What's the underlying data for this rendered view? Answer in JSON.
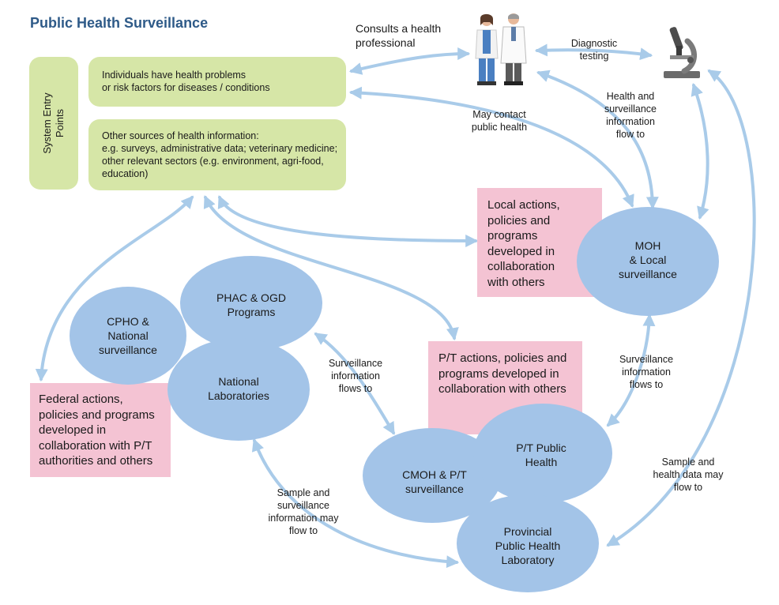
{
  "title": "Public Health Surveillance",
  "entry_points_label": "System Entry\nPoints",
  "boxes": {
    "individuals": "Individuals have health problems\nor risk factors for diseases / conditions",
    "other_sources_heading": "Other sources of health information:",
    "other_sources_body": "e.g. surveys, administrative data; veterinary medicine;\nother relevant sectors (e.g. environment, agri-food,\neducation)",
    "local_actions": "Local actions,\npolicies and\nprograms\ndeveloped in\ncollaboration\nwith others",
    "pt_actions": "P/T actions, policies and\nprograms developed in\ncollaboration with others",
    "federal_actions": "Federal actions,\npolicies and programs\ndeveloped in\ncollaboration with P/T\nauthorities and others"
  },
  "nodes": {
    "moh": "MOH\n& Local\nsurveillance",
    "cpho": "CPHO &\nNational\nsurveillance",
    "phac": "PHAC & OGD\nPrograms",
    "national_labs": "National\nLaboratories",
    "cmoh": "CMOH & P/T\nsurveillance",
    "pt_public_health": "P/T Public\nHealth",
    "provincial_lab": "Provincial\nPublic Health\nLaboratory"
  },
  "edge_labels": {
    "consults": "Consults a health\nprofessional",
    "diagnostic": "Diagnostic\ntesting",
    "health_surv_info": "Health and\nsurveillance\ninformation\nflow to",
    "may_contact": "May contact\npublic health",
    "surv_info_left": "Surveillance\ninformation\nflows to",
    "surv_info_right": "Surveillance\ninformation\nflows to",
    "sample_health_data": "Sample and\nhealth data may\nflow to",
    "sample_surv_info": "Sample and\nsurveillance\ninformation may\nflow to"
  },
  "icons": {
    "professionals": "health-professionals-icon",
    "microscope": "microscope-icon"
  },
  "colors": {
    "title": "#2e5a88",
    "ellipse": "#a3c4e8",
    "green_box": "#d6e6a7",
    "pink_box": "#f4c3d3",
    "arrow": "#a9cbe9"
  }
}
